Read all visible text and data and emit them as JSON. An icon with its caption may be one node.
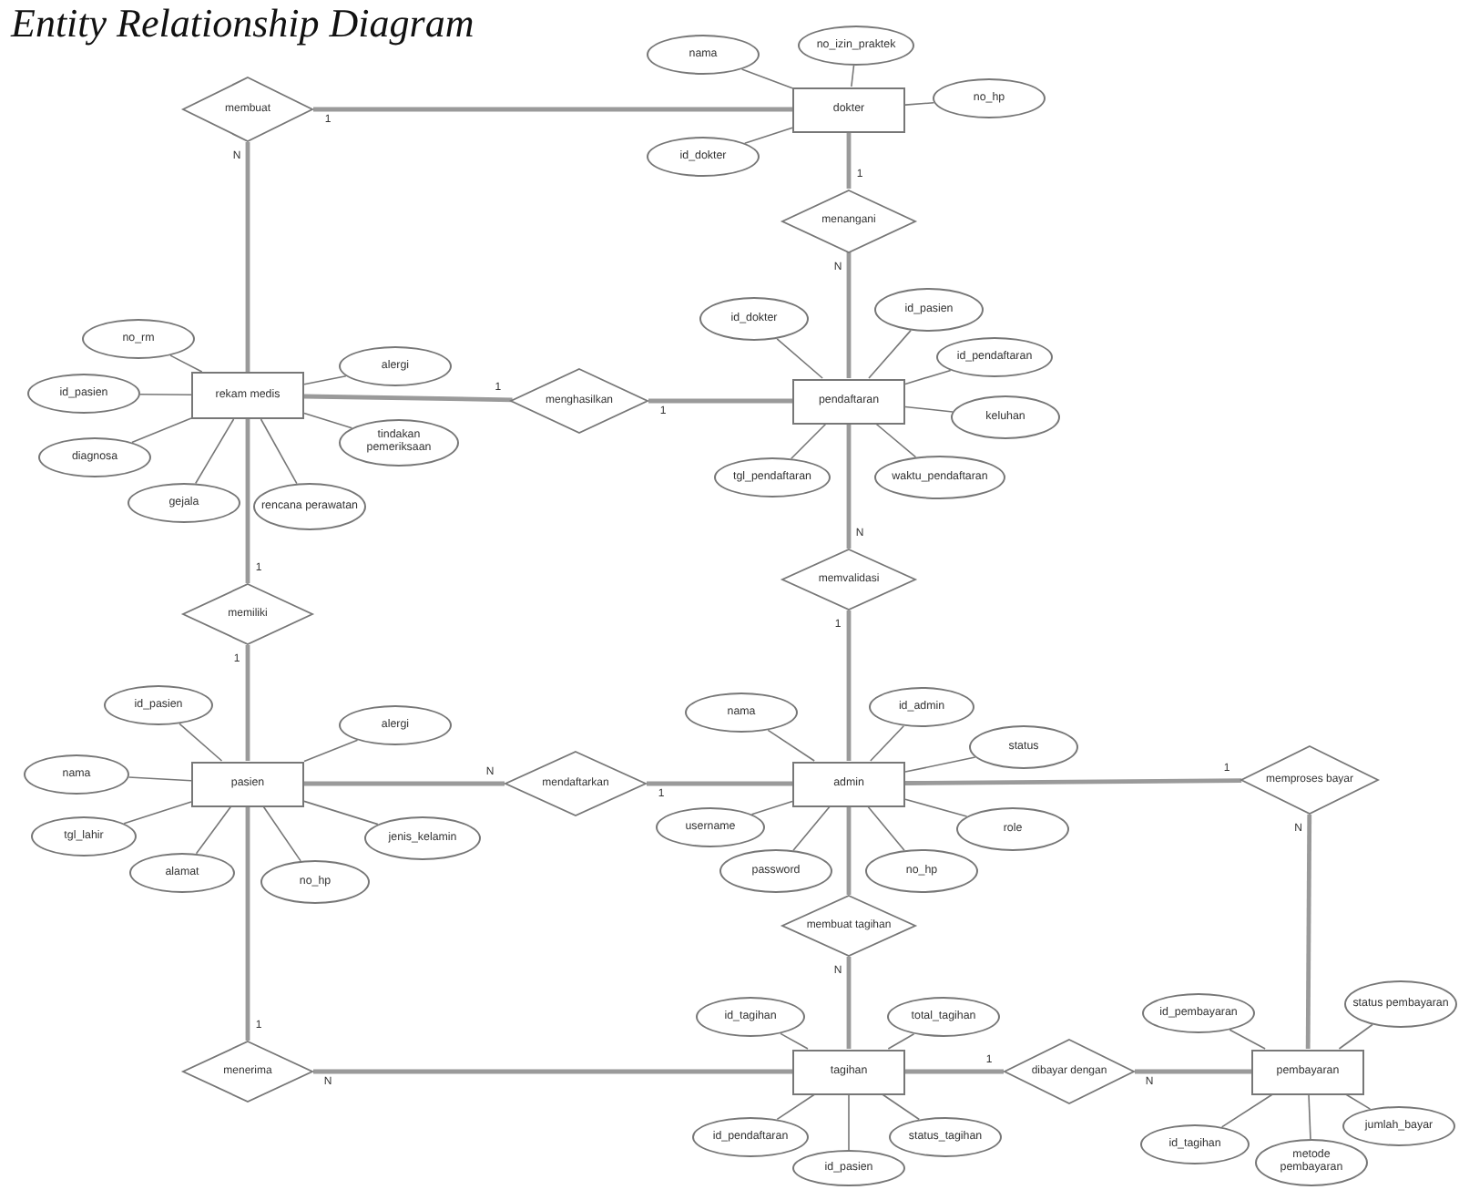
{
  "diagram": {
    "title": "Entity Relationship Diagram",
    "nodes": [
      {
        "text": [
          "membuat"
        ]
      },
      {
        "text": [
          "nama"
        ]
      },
      {
        "text": [
          "no_izin_praktek"
        ]
      },
      {
        "text": [
          "dokter"
        ]
      },
      {
        "text": [
          "no_hp"
        ]
      },
      {
        "text": [
          "id_dokter"
        ]
      },
      {
        "text": [
          "menangani"
        ]
      },
      {
        "text": [
          "id_dokter"
        ]
      },
      {
        "text": [
          "id_pasien"
        ]
      },
      {
        "text": [
          "id_pendaftaran"
        ]
      },
      {
        "text": [
          "pendaftaran"
        ]
      },
      {
        "text": [
          "keluhan"
        ]
      },
      {
        "text": [
          "tgl_pendaftaran"
        ]
      },
      {
        "text": [
          "waktu_pendaftaran"
        ]
      },
      {
        "text": [
          "no_rm"
        ]
      },
      {
        "text": [
          "id_pasien"
        ]
      },
      {
        "text": [
          "rekam medis"
        ]
      },
      {
        "text": [
          "alergi"
        ]
      },
      {
        "text": [
          "diagnosa"
        ]
      },
      {
        "text": [
          "tindakan pemeriksaan"
        ]
      },
      {
        "text": [
          "gejala"
        ]
      },
      {
        "text": [
          "rencana perawatan"
        ]
      },
      {
        "text": [
          "menghasilkan"
        ]
      },
      {
        "text": [
          "memvalidasi"
        ]
      },
      {
        "text": [
          "memiliki"
        ]
      },
      {
        "text": [
          "id_pasien"
        ]
      },
      {
        "text": [
          "alergi"
        ]
      },
      {
        "text": [
          "nama"
        ]
      },
      {
        "text": [
          "pasien"
        ]
      },
      {
        "text": [
          "mendaftarkan"
        ]
      },
      {
        "text": [
          "tgl_lahir"
        ]
      },
      {
        "text": [
          "jenis_kelamin"
        ]
      },
      {
        "text": [
          "alamat"
        ]
      },
      {
        "text": [
          "no_hp"
        ]
      },
      {
        "text": [
          "nama"
        ]
      },
      {
        "text": [
          "id_admin"
        ]
      },
      {
        "text": [
          "status"
        ]
      },
      {
        "text": [
          "admin"
        ]
      },
      {
        "text": [
          "memproses bayar"
        ]
      },
      {
        "text": [
          "username"
        ]
      },
      {
        "text": [
          "role"
        ]
      },
      {
        "text": [
          "password"
        ]
      },
      {
        "text": [
          "no_hp"
        ]
      },
      {
        "text": [
          "membuat tagihan"
        ]
      },
      {
        "text": [
          "id_tagihan"
        ]
      },
      {
        "text": [
          "total_tagihan"
        ]
      },
      {
        "text": [
          "id_pembayaran"
        ]
      },
      {
        "text": [
          "status pembayaran"
        ]
      },
      {
        "text": [
          "menerima"
        ]
      },
      {
        "text": [
          "tagihan"
        ]
      },
      {
        "text": [
          "dibayar dengan"
        ]
      },
      {
        "text": [
          "pembayaran"
        ]
      },
      {
        "text": [
          "id_pendaftaran"
        ]
      },
      {
        "text": [
          "status_tagihan"
        ]
      },
      {
        "text": [
          "jumlah_bayar"
        ]
      },
      {
        "text": [
          "id_tagihan"
        ]
      },
      {
        "text": [
          "metode pembayaran"
        ]
      },
      {
        "text": [
          "id_pasien"
        ]
      }
    ],
    "edges": [
      {
        "from": 0,
        "to": 16,
        "arrow": "none",
        "label": "N",
        "style": "thick"
      },
      {
        "from": 0,
        "to": 3,
        "arrow": "none",
        "label": "1",
        "style": "thick"
      },
      {
        "from": 6,
        "to": 3,
        "arrow": "none",
        "label": "1",
        "style": "thick"
      },
      {
        "from": 6,
        "to": 10,
        "arrow": "none",
        "label": "N",
        "style": "thick"
      },
      {
        "from": 22,
        "to": 16,
        "arrow": "none",
        "label": "1",
        "style": "thick"
      },
      {
        "from": 22,
        "to": 10,
        "arrow": "none",
        "label": "1",
        "style": "thick"
      },
      {
        "from": 23,
        "to": 10,
        "arrow": "none",
        "label": "N",
        "style": "thick"
      },
      {
        "from": 23,
        "to": 37,
        "arrow": "none",
        "label": "1",
        "style": "thick"
      },
      {
        "from": 24,
        "to": 16,
        "arrow": "none",
        "label": "1",
        "style": "thick"
      },
      {
        "from": 24,
        "to": 28,
        "arrow": "none",
        "label": "1",
        "style": "thick"
      },
      {
        "from": 29,
        "to": 28,
        "arrow": "none",
        "label": "N",
        "style": "thick"
      },
      {
        "from": 29,
        "to": 37,
        "arrow": "none",
        "label": "1",
        "style": "thick"
      },
      {
        "from": 38,
        "to": 37,
        "arrow": "none",
        "label": "1",
        "style": "thick"
      },
      {
        "from": 38,
        "to": 51,
        "arrow": "none",
        "label": "N",
        "style": "thick"
      },
      {
        "from": 43,
        "to": 37,
        "arrow": "none",
        "style": "thick"
      },
      {
        "from": 43,
        "to": 49,
        "arrow": "none",
        "label": "N",
        "style": "thick"
      },
      {
        "from": 50,
        "to": 49,
        "arrow": "none",
        "label": "1",
        "style": "thick"
      },
      {
        "from": 50,
        "to": 51,
        "arrow": "none",
        "label": "N",
        "style": "thick"
      },
      {
        "from": 48,
        "to": 28,
        "arrow": "none",
        "label": "1",
        "style": "thick"
      },
      {
        "from": 48,
        "to": 49,
        "arrow": "none",
        "label": "N",
        "style": "thick"
      },
      {
        "from": 1,
        "to": 3,
        "arrow": "none"
      },
      {
        "from": 2,
        "to": 3,
        "arrow": "none"
      },
      {
        "from": 4,
        "to": 3,
        "arrow": "none"
      },
      {
        "from": 5,
        "to": 3,
        "arrow": "none"
      },
      {
        "from": 7,
        "to": 10,
        "arrow": "none"
      },
      {
        "from": 8,
        "to": 10,
        "arrow": "none"
      },
      {
        "from": 9,
        "to": 10,
        "arrow": "none"
      },
      {
        "from": 11,
        "to": 10,
        "arrow": "none"
      },
      {
        "from": 12,
        "to": 10,
        "arrow": "none"
      },
      {
        "from": 13,
        "to": 10,
        "arrow": "none"
      },
      {
        "from": 14,
        "to": 16,
        "arrow": "none"
      },
      {
        "from": 15,
        "to": 16,
        "arrow": "none"
      },
      {
        "from": 17,
        "to": 16,
        "arrow": "none"
      },
      {
        "from": 18,
        "to": 16,
        "arrow": "none"
      },
      {
        "from": 19,
        "to": 16,
        "arrow": "none"
      },
      {
        "from": 20,
        "to": 16,
        "arrow": "none"
      },
      {
        "from": 21,
        "to": 16,
        "arrow": "none"
      },
      {
        "from": 25,
        "to": 28,
        "arrow": "none"
      },
      {
        "from": 26,
        "to": 28,
        "arrow": "none"
      },
      {
        "from": 27,
        "to": 28,
        "arrow": "none"
      },
      {
        "from": 30,
        "to": 28,
        "arrow": "none"
      },
      {
        "from": 31,
        "to": 28,
        "arrow": "none"
      },
      {
        "from": 32,
        "to": 28,
        "arrow": "none"
      },
      {
        "from": 33,
        "to": 28,
        "arrow": "none"
      },
      {
        "from": 34,
        "to": 37,
        "arrow": "none"
      },
      {
        "from": 35,
        "to": 37,
        "arrow": "none"
      },
      {
        "from": 36,
        "to": 37,
        "arrow": "none"
      },
      {
        "from": 39,
        "to": 37,
        "arrow": "none"
      },
      {
        "from": 40,
        "to": 37,
        "arrow": "none"
      },
      {
        "from": 41,
        "to": 37,
        "arrow": "none"
      },
      {
        "from": 42,
        "to": 37,
        "arrow": "none"
      },
      {
        "from": 44,
        "to": 49,
        "arrow": "none"
      },
      {
        "from": 45,
        "to": 49,
        "arrow": "none"
      },
      {
        "from": 52,
        "to": 49,
        "arrow": "none"
      },
      {
        "from": 53,
        "to": 49,
        "arrow": "none"
      },
      {
        "from": 57,
        "to": 49,
        "arrow": "none"
      },
      {
        "from": 46,
        "to": 51,
        "arrow": "none"
      },
      {
        "from": 47,
        "to": 51,
        "arrow": "none"
      },
      {
        "from": 54,
        "to": 51,
        "arrow": "none"
      },
      {
        "from": 55,
        "to": 51,
        "arrow": "none"
      },
      {
        "from": 56,
        "to": 51,
        "arrow": "none"
      }
    ]
  }
}
